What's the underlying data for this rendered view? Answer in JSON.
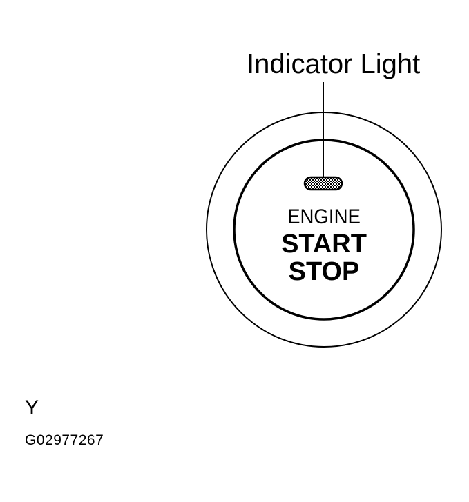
{
  "callout": {
    "label": "Indicator Light"
  },
  "button": {
    "line1": "ENGINE",
    "line2": "START",
    "line3": "STOP"
  },
  "view_letter": "Y",
  "figure_code": "G02977267"
}
